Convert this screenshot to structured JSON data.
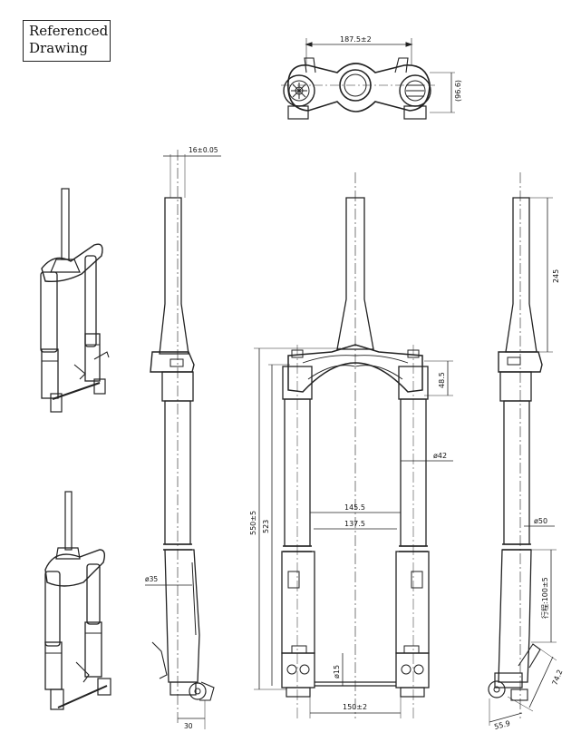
{
  "title": {
    "line1": "Referenced",
    "line2": "Drawing"
  },
  "dimensions": {
    "crown_width": "187.5±2",
    "crown_depth": "(96.6)",
    "steerer_offset": "16±0.05",
    "steerer_length": "245",
    "crown_height": "48.5",
    "upper_tube_dia": "ø42",
    "overall_length": "550±5",
    "axle_to_crown": "523",
    "outer_width": "145.5",
    "inner_width": "137.5",
    "lower_dia": "ø50",
    "stanchion_dia": "ø35",
    "travel": "行程:100±5",
    "axle_dia": "ø15",
    "axle_width": "150±2",
    "dropout_width": "30",
    "dropout_height": "74.2",
    "dropout_offset": "55.9"
  }
}
